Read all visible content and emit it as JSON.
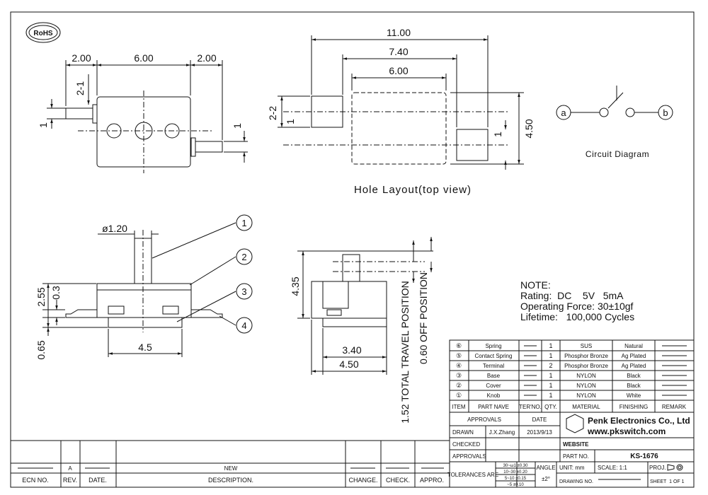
{
  "rohs": {
    "label": "RoHS"
  },
  "top_view": {
    "dims": {
      "left": "2.00",
      "mid": "6.00",
      "right": "2.00",
      "v1": "2-1",
      "v2": "1",
      "v3": "1"
    }
  },
  "hole_layout": {
    "dims": {
      "w_outer": "11.00",
      "w_mid": "7.40",
      "w_inner": "6.00",
      "h_left": "2-2",
      "h_left2": "1",
      "h_right": "4.50",
      "h_right2": "1"
    },
    "caption": "Hole Layout(top view)"
  },
  "circuit": {
    "caption": "Circuit Diagram",
    "a": "a",
    "b": "b"
  },
  "front_view": {
    "dims": {
      "dia": "ø1.20",
      "h1": "2.55",
      "h2": "0.3",
      "h3": "0.65",
      "w": "4.5"
    },
    "balloons": [
      "1",
      "2",
      "3",
      "4"
    ]
  },
  "side_view": {
    "dims": {
      "h": "4.35",
      "w1": "3.40",
      "w2": "4.50",
      "travel": "1.52 TOTAL TRAVEL POSITION",
      "off": "0.60 OFF POSITION"
    }
  },
  "note": {
    "title": "NOTE:",
    "lines": [
      "Rating:  DC    5V   5mA",
      "Operating Force: 30±10gf",
      "Lifetime:   100,000 Cycles"
    ]
  },
  "bom": {
    "header": [
      "ITEM",
      "PART NAVE",
      "TER'NO.",
      "QTY.",
      "MATERIAL",
      "FINISHING",
      "REMARK"
    ],
    "rows": [
      {
        "item": "⑥",
        "name": "Spring",
        "qty": "1",
        "material": "SUS",
        "finishing": "Natural"
      },
      {
        "item": "⑤",
        "name": "Contact Spring",
        "qty": "1",
        "material": "Phosphor Bronze",
        "finishing": "Ag Plated"
      },
      {
        "item": "④",
        "name": "Terminal",
        "qty": "2",
        "material": "Phosphor Bronze",
        "finishing": "Ag Plated"
      },
      {
        "item": "③",
        "name": "Base",
        "qty": "1",
        "material": "NYLON",
        "finishing": "Black"
      },
      {
        "item": "②",
        "name": "Cover",
        "qty": "1",
        "material": "NYLON",
        "finishing": "Black"
      },
      {
        "item": "①",
        "name": "Knob",
        "qty": "1",
        "material": "NYLON",
        "finishing": "White"
      }
    ]
  },
  "title_block": {
    "approvals": "APPROVALS",
    "date": "DATE",
    "drawn_label": "DRAWN",
    "drawn_name": "J.X.Zhang",
    "drawn_date": "2013/9/13",
    "checked": "CHECKED",
    "approvals2": "APPROVALS",
    "company": "Penk Electronics Co., Ltd",
    "website_url": "www.pkswitch.com",
    "website_label": "WEBSITE",
    "part_no_label": "PART NO.",
    "part_no": "KS-1676",
    "tolerances_label": "TOLERANCES ARE",
    "tol": [
      "30~ω1  ±0.30",
      "10~30  ±0.20",
      "5~10  ±0.15",
      "~5  ±0.10"
    ],
    "angle_label": "ANGLE",
    "angle": "±2°",
    "unit": "UNIT: mm",
    "scale": "SCALE:  1:1",
    "proj": "PROJ.",
    "drawing_no": "DRAWING NO.",
    "sheet": "SHEET  1 OF 1"
  },
  "rev_block": {
    "rev": "A",
    "desc": "NEW",
    "headers": [
      "ECN NO.",
      "REV.",
      "DATE.",
      "DESCRIPTION.",
      "CHANGE.",
      "CHECK.",
      "APPRO."
    ]
  }
}
